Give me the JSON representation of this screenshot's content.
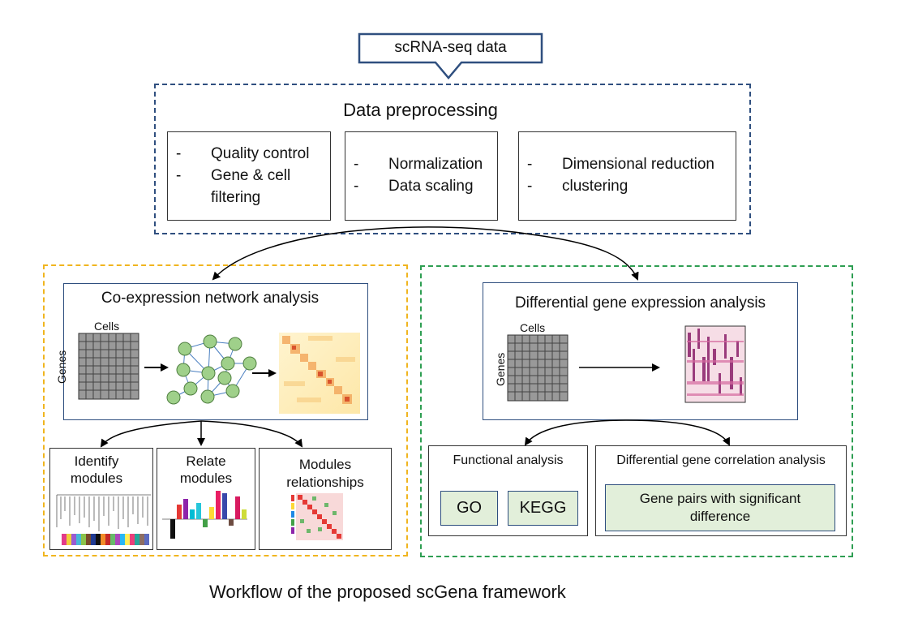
{
  "input": {
    "label": "scRNA-seq data"
  },
  "preprocessing": {
    "title": "Data preprocessing",
    "qc": {
      "item1": "Quality control",
      "item2": "Gene & cell",
      "item2_cont": "filtering"
    },
    "norm": {
      "item1": "Normalization",
      "item2": "Data scaling"
    },
    "dim": {
      "item1": "Dimensional reduction",
      "item2": "clustering"
    },
    "dash": "-"
  },
  "coexpression": {
    "title": "Co-expression network analysis",
    "matrix_col_label": "Cells",
    "matrix_row_label": "Genes",
    "sub1": {
      "line1": "Identify",
      "line2": "modules"
    },
    "sub2": {
      "line1": "Relate",
      "line2": "modules"
    },
    "sub3": {
      "line1": "Modules",
      "line2": "relationships"
    }
  },
  "differential": {
    "title": "Differential gene expression analysis",
    "matrix_col_label": "Cells",
    "matrix_row_label": "Genes",
    "functional": {
      "title": "Functional analysis",
      "go": "GO",
      "kegg": "KEGG"
    },
    "correlation": {
      "title": "Differential gene correlation analysis",
      "line1": "Gene pairs with significant",
      "line2": "difference"
    }
  },
  "caption": "Workflow of the proposed scGena framework",
  "colors": {
    "navy": "#2f4f7f",
    "orange": "#f0b51f",
    "green": "#2e9e52",
    "node": "#9fd08a",
    "lightgreen": "#e2efda"
  }
}
